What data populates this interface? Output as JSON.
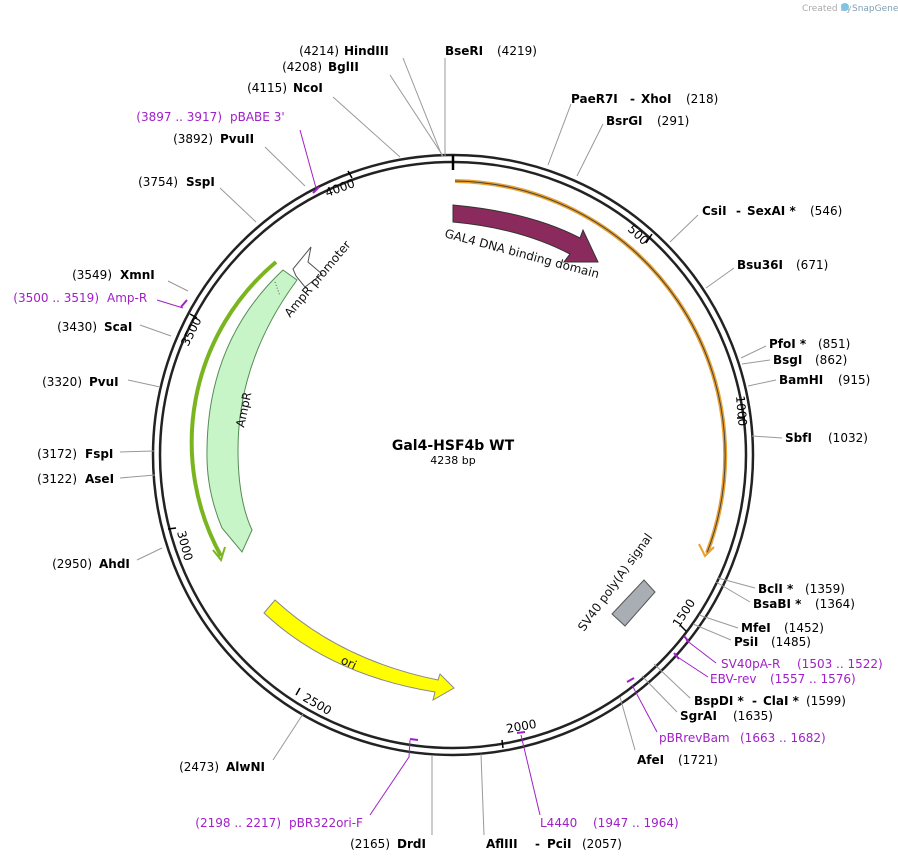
{
  "credit": {
    "created_by": "Created by",
    "brand": "SnapGene"
  },
  "plasmid": {
    "name": "Gal4-HSF4b WT",
    "length": "4238 bp"
  },
  "sites": [
    {
      "name": "HindIII",
      "pos": "(4214)"
    },
    {
      "name": "BglII",
      "pos": "(4208)"
    },
    {
      "name": "BseRI",
      "pos": "(4219)"
    },
    {
      "name": "NcoI",
      "pos": "(4115)"
    },
    {
      "name": "PvuII",
      "pos": "(3892)"
    },
    {
      "name": "SspI",
      "pos": "(3754)"
    },
    {
      "name": "XmnI",
      "pos": "(3549)"
    },
    {
      "name": "ScaI",
      "pos": "(3430)"
    },
    {
      "name": "PvuI",
      "pos": "(3320)"
    },
    {
      "name": "FspI",
      "pos": "(3172)"
    },
    {
      "name": "AseI",
      "pos": "(3122)"
    },
    {
      "name": "AhdI",
      "pos": "(2950)"
    },
    {
      "name": "AlwNI",
      "pos": "(2473)"
    },
    {
      "name": "DrdI",
      "pos": "(2165)"
    },
    {
      "name": "AflIII",
      "pos": ""
    },
    {
      "name": "PciI",
      "pos": "(2057)"
    },
    {
      "name": "PaeR7I",
      "pos": ""
    },
    {
      "name": "XhoI",
      "pos": "(218)"
    },
    {
      "name": "BsrGI",
      "pos": "(291)"
    },
    {
      "name": "CsiI",
      "pos": ""
    },
    {
      "name": "SexAI *",
      "pos": "(546)"
    },
    {
      "name": "Bsu36I",
      "pos": "(671)"
    },
    {
      "name": "PfoI *",
      "pos": "(851)"
    },
    {
      "name": "BsgI",
      "pos": "(862)"
    },
    {
      "name": "BamHI",
      "pos": "(915)"
    },
    {
      "name": "SbfI",
      "pos": "(1032)"
    },
    {
      "name": "BclI *",
      "pos": "(1359)"
    },
    {
      "name": "BsaBI *",
      "pos": "(1364)"
    },
    {
      "name": "MfeI",
      "pos": "(1452)"
    },
    {
      "name": "PsiI",
      "pos": "(1485)"
    },
    {
      "name": "BspDI *",
      "pos": ""
    },
    {
      "name": "ClaI *",
      "pos": "(1599)"
    },
    {
      "name": "SgrAI",
      "pos": "(1635)"
    },
    {
      "name": "AfeI",
      "pos": "(1721)"
    }
  ],
  "primers": [
    {
      "name": "pBABE 3'",
      "range": "(3897 .. 3917)"
    },
    {
      "name": "Amp-R",
      "range": "(3500 .. 3519)"
    },
    {
      "name": "pBR322ori-F",
      "range": "(2198 .. 2217)"
    },
    {
      "name": "L4440",
      "range": "(1947 .. 1964)"
    },
    {
      "name": "SV40pA-R",
      "range": "(1503 .. 1522)"
    },
    {
      "name": "EBV-rev",
      "range": "(1557 .. 1576)"
    },
    {
      "name": "pBRrevBam",
      "range": "(1663 .. 1682)"
    }
  ],
  "features": {
    "gal4": "GAL4 DNA binding domain",
    "amp_promoter": "AmpR promoter",
    "ampr": "AmpR",
    "sv40": "SV40 poly(A) signal",
    "ori": "ori"
  },
  "ticks": [
    "500",
    "1000",
    "1500",
    "2000",
    "2500",
    "3000",
    "3500",
    "4000"
  ],
  "colors": {
    "gal4": "#8b2a5c",
    "highlight": "#f0a020",
    "ampr": "#c8f5c8",
    "amp_highlight": "#7ab520",
    "sv40": "#a8aeb4",
    "ori": "#ffff00",
    "primer": "#a020c8",
    "backbone": "#222222"
  }
}
